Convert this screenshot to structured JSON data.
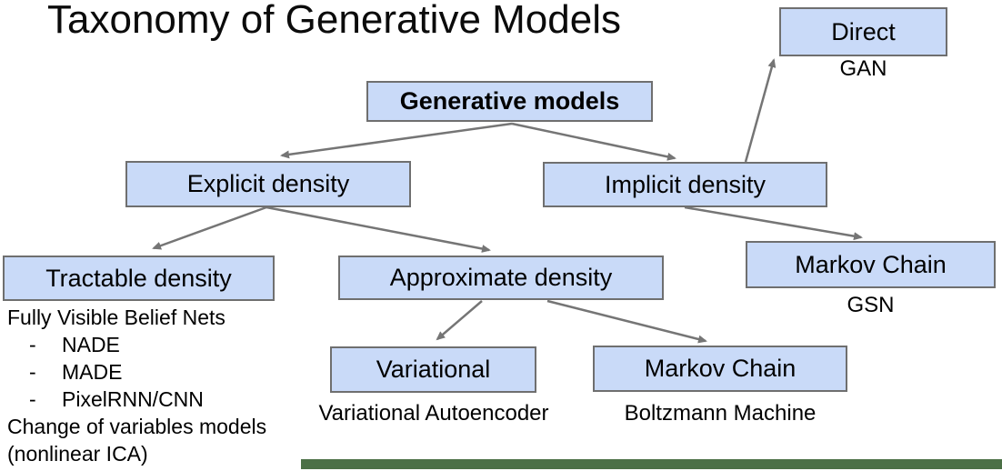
{
  "title": "Taxonomy of Generative Models",
  "colors": {
    "box_fill": "#c9daf8",
    "box_border": "#6f6f6f",
    "arrow": "#757575",
    "footer_bar": "#4b7046"
  },
  "nodes": {
    "generative": {
      "label": "Generative models"
    },
    "explicit": {
      "label": "Explicit density"
    },
    "implicit": {
      "label": "Implicit density"
    },
    "direct": {
      "label": "Direct",
      "sublabel": "GAN"
    },
    "tractable": {
      "label": "Tractable density"
    },
    "approximate": {
      "label": "Approximate density"
    },
    "markov_gsn": {
      "label": "Markov Chain",
      "sublabel": "GSN"
    },
    "variational": {
      "label": "Variational",
      "sublabel": "Variational Autoencoder"
    },
    "markov_boltzmann": {
      "label": "Markov Chain",
      "sublabel": "Boltzmann Machine"
    }
  },
  "notes": {
    "heading": "Fully Visible Belief Nets",
    "bullet_marker": "-",
    "bullets": [
      "NADE",
      "MADE",
      "PixelRNN/CNN"
    ],
    "footer_lines": [
      "Change of variables models",
      "(nonlinear ICA)"
    ]
  }
}
